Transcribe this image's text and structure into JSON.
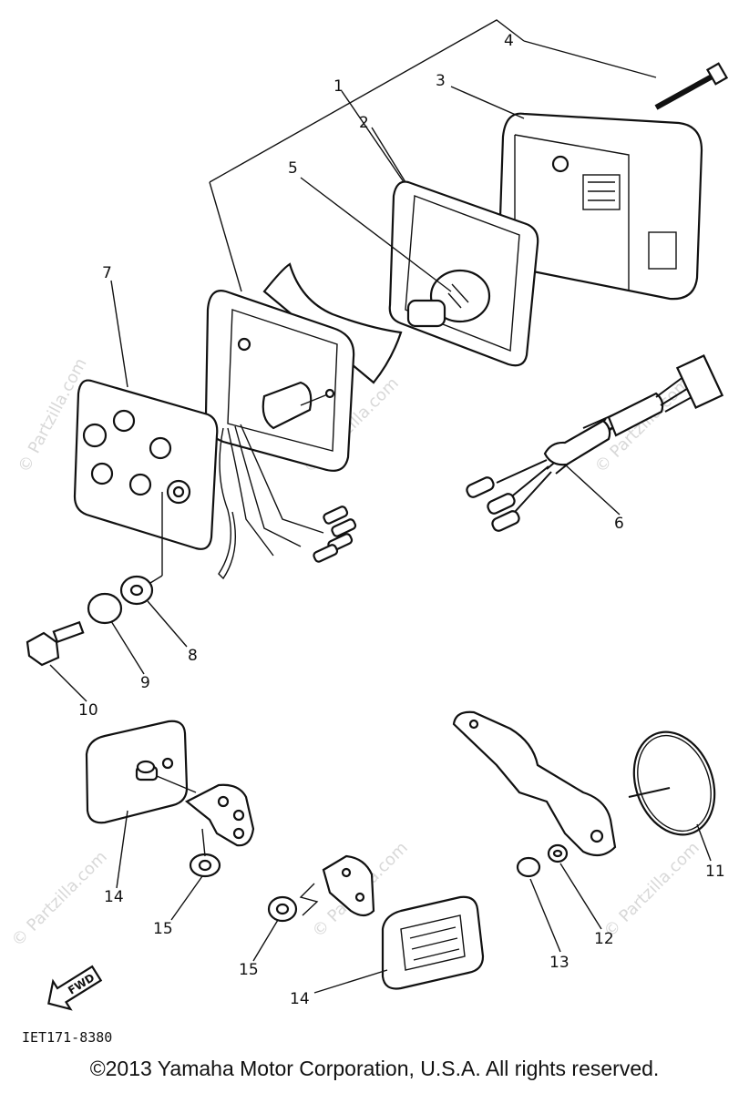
{
  "callouts": [
    "1",
    "2",
    "3",
    "4",
    "5",
    "6",
    "7",
    "8",
    "9",
    "10",
    "11",
    "12",
    "13",
    "14",
    "15",
    "14",
    "15"
  ],
  "watermark": "© Partzilla.com",
  "direction_label": "FWD",
  "reference_code": "IET171-8380",
  "copyright": "©2013 Yamaha Motor Corporation, U.S.A. All rights reserved."
}
